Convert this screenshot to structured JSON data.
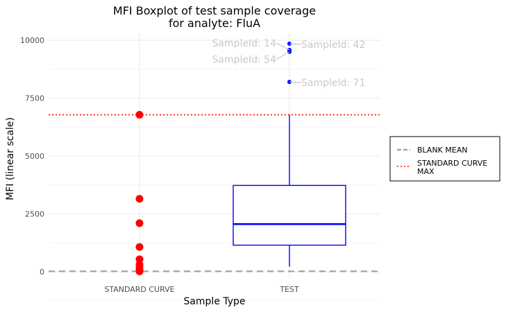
{
  "chart_data": {
    "type": "box",
    "title_lines": [
      "MFI Boxplot of test sample coverage",
      "for analyte: FluA"
    ],
    "xlabel": "Sample Type",
    "ylabel": "MFI (linear scale)",
    "ylim": [
      -300,
      10300
    ],
    "yticks": [
      0,
      2500,
      5000,
      7500,
      10000
    ],
    "categories": [
      "STANDARD CURVE",
      "TEST"
    ],
    "standard_curve_points": [
      6780,
      3150,
      2100,
      1070,
      540,
      310,
      190,
      80,
      20
    ],
    "test_box": {
      "q1": 1150,
      "median": 2060,
      "q3": 3730,
      "whisker_low": 220,
      "whisker_high": 6780
    },
    "test_outliers": [
      {
        "label": "SampleId: 42",
        "value": 9850
      },
      {
        "label": "SampleId: 14",
        "value": 9580
      },
      {
        "label": "SampleId: 54",
        "value": 9500
      },
      {
        "label": "SampleId: 71",
        "value": 8200
      }
    ],
    "blank_mean": 20,
    "standard_curve_max": 6780,
    "legend": [
      {
        "label_lines": [
          "BLANK MEAN"
        ],
        "style": "dashed",
        "color": "#a6a6a6"
      },
      {
        "label_lines": [
          "STANDARD CURVE",
          "MAX"
        ],
        "style": "dotted",
        "color": "#ff0000"
      }
    ],
    "colors": {
      "standard_points": "#ff0000",
      "test": "#0000ff",
      "grid": "#ebebeb",
      "annotation": "#c8c8c8"
    }
  }
}
